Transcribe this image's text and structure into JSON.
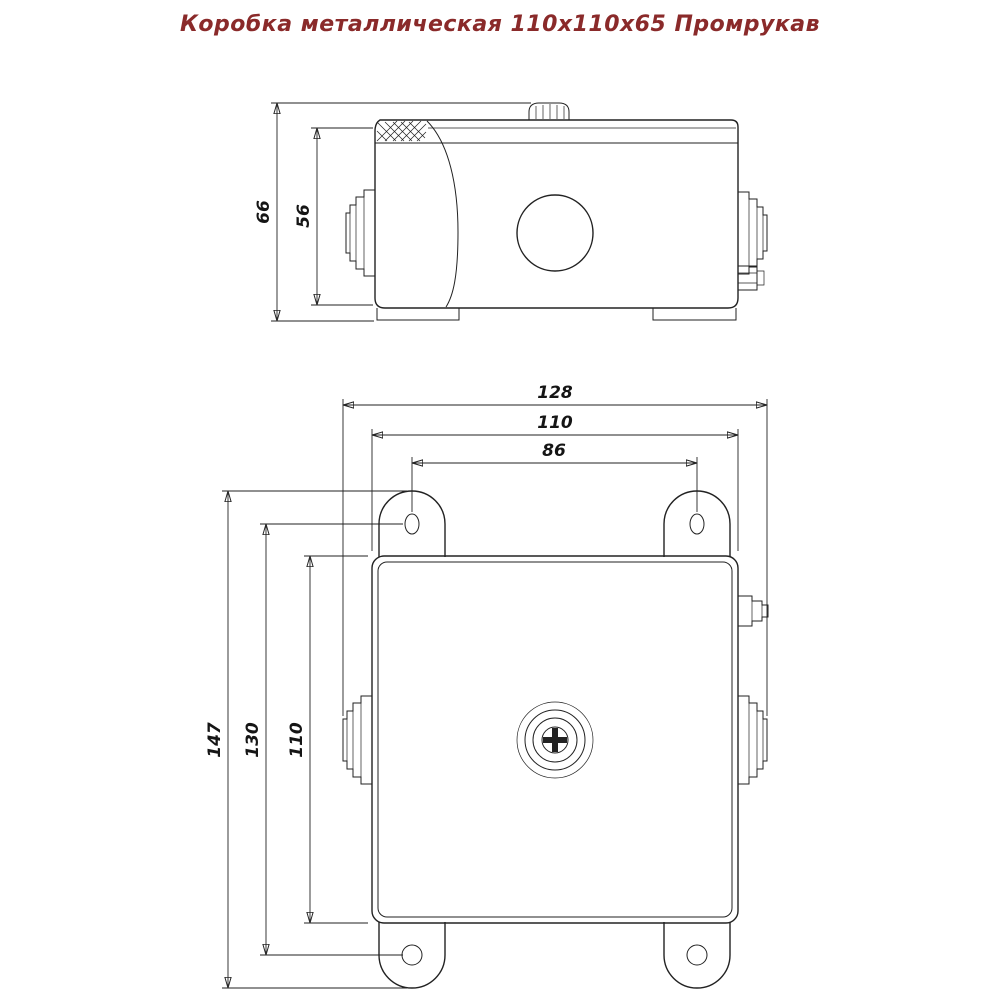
{
  "title": "Коробка металлическая 110x110x65 Промрукав",
  "colors": {
    "title": "#8a2a2a",
    "line": "#222222"
  },
  "side_view": {
    "dims": {
      "overall_height": "66",
      "body_height": "56"
    }
  },
  "plan_view": {
    "dims": {
      "overall_width": "128",
      "box_width": "110",
      "hole_spacing_x": "86",
      "overall_height": "147",
      "hole_spacing_y": "130",
      "box_height": "110"
    }
  }
}
